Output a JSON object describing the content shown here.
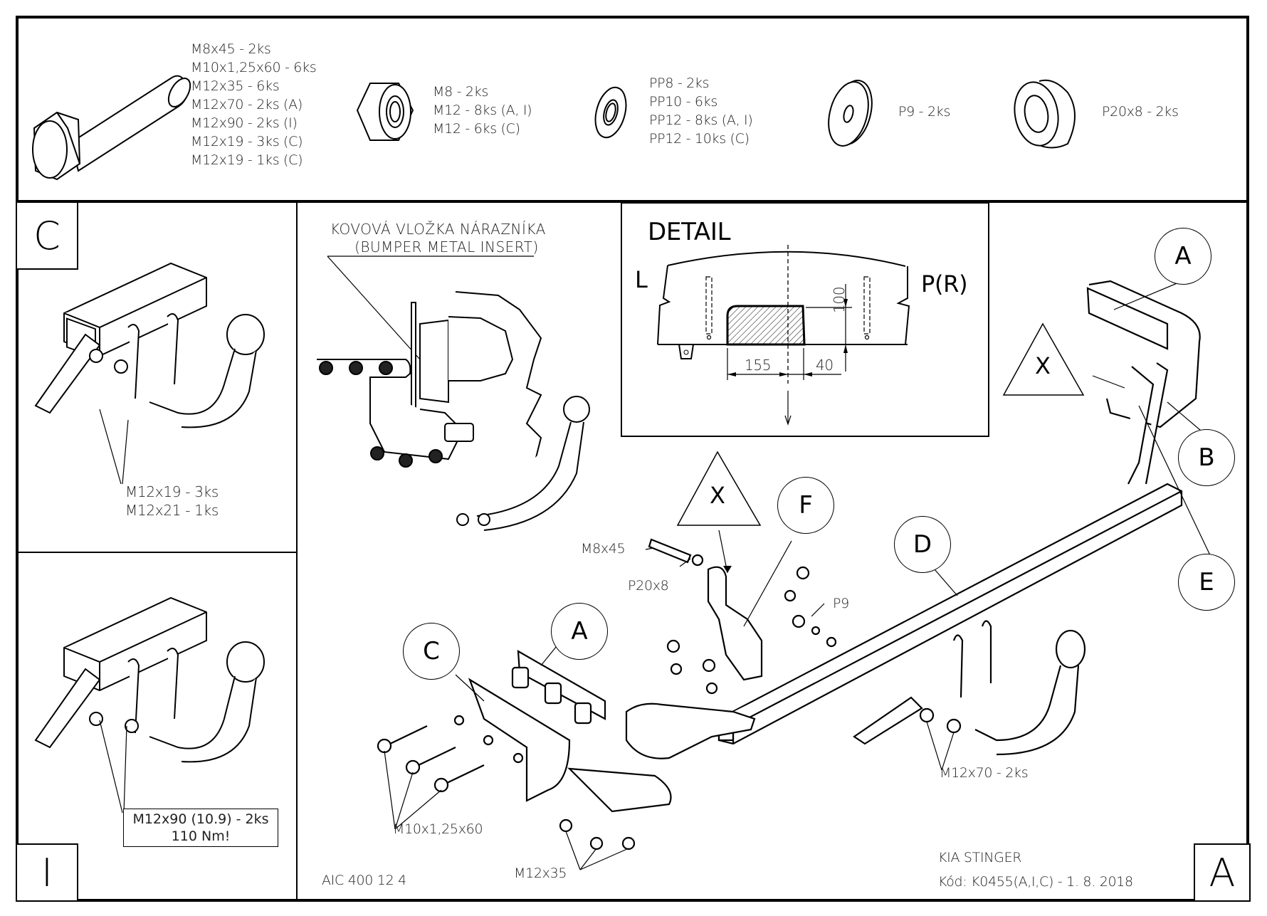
{
  "parts_list": {
    "bolts": [
      "M8x45 - 2ks",
      "M10x1,25x60 - 6ks",
      "M12x35 - 6ks",
      "M12x70 - 2ks (A)",
      "M12x90 - 2ks (I)",
      "M12x19 - 3ks (C)",
      "M12x19 - 1ks (C)"
    ],
    "nuts": [
      "M8 - 2ks",
      "M12 - 8ks (A, I)",
      "M12 - 6ks (C)"
    ],
    "washers": [
      "PP8 - 2ks",
      "PP10 - 6ks",
      "PP12 - 8ks (A, I)",
      "PP12 - 10ks (C)"
    ],
    "washer_p9": "P9 - 2ks",
    "spacer_p20x8": "P20x8 - 2ks"
  },
  "panel_c": {
    "badge": "C",
    "callout_lines": [
      "M12x19 - 3ks",
      "M12x21 - 1ks"
    ]
  },
  "panel_i": {
    "badge": "I",
    "callout_lines": [
      "M12x90 (10.9) - 2ks",
      "110 Nm!"
    ]
  },
  "bumper": {
    "title_line1": "KOVOVÁ VLOŽKA NÁRAZNÍKA",
    "title_line2": "(BUMPER METAL INSERT)"
  },
  "detail": {
    "title": "DETAIL",
    "left_label": "L",
    "right_label": "P(R)",
    "dim_width": "155",
    "dim_offset": "40",
    "dim_height": "100"
  },
  "assembly": {
    "labels": {
      "A_top": "A",
      "B": "B",
      "E": "E",
      "D": "D",
      "F": "F",
      "C": "C",
      "A_mid": "A",
      "X_top": "X",
      "X_mid": "X"
    },
    "callouts": {
      "m8x45": "M8x45",
      "p20x8": "P20x8",
      "p9": "P9",
      "m10": "M10x1,25x60",
      "m12x35": "M12x35",
      "m12x70": "M12x70 - 2ks"
    }
  },
  "footer": {
    "code": "AIC 400 12 4",
    "vehicle": "KIA STINGER",
    "kod": "Kód: K0455(A,I,C) - 1. 8. 2018",
    "variant_badge": "A"
  }
}
